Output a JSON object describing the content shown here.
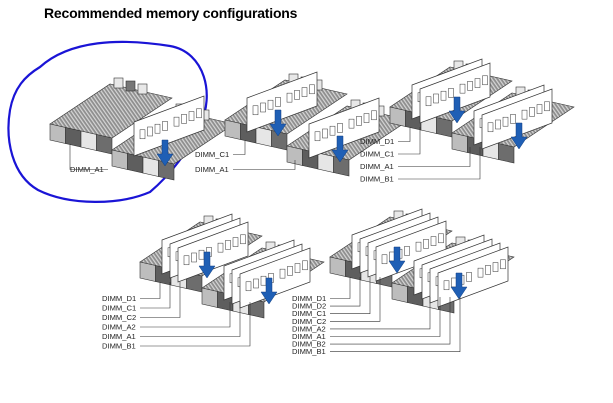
{
  "title": "Recommended memory configurations",
  "colors": {
    "highlight_circle": "#1a14d6",
    "arrow": "#1f5fb5",
    "slot_dark": "#5a5a5a",
    "slot_mid": "#9a9a9a",
    "slot_light": "#d8d8d8",
    "module_fill": "#ffffff",
    "line": "#222222"
  },
  "configurations": [
    {
      "id": "one-dimm",
      "highlighted": true,
      "modules": 1,
      "labels": [
        "DIMM_A1"
      ]
    },
    {
      "id": "two-dimm",
      "highlighted": false,
      "modules": 2,
      "labels": [
        "DIMM_C1",
        "DIMM_A1"
      ]
    },
    {
      "id": "four-dimm",
      "highlighted": false,
      "modules": 4,
      "labels": [
        "DIMM_D1",
        "DIMM_C1",
        "DIMM_A1",
        "DIMM_B1"
      ]
    },
    {
      "id": "six-dimm",
      "highlighted": false,
      "modules": 6,
      "labels": [
        "DIMM_D1",
        "DIMM_C1",
        "DIMM_C2",
        "DIMM_A2",
        "DIMM_A1",
        "DIMM_B1"
      ]
    },
    {
      "id": "eight-dimm",
      "highlighted": false,
      "modules": 8,
      "labels": [
        "DIMM_D1",
        "DIMM_D2",
        "DIMM_C1",
        "DIMM_C2",
        "DIMM_A2",
        "DIMM_A1",
        "DIMM_B2",
        "DIMM_B1"
      ]
    }
  ]
}
